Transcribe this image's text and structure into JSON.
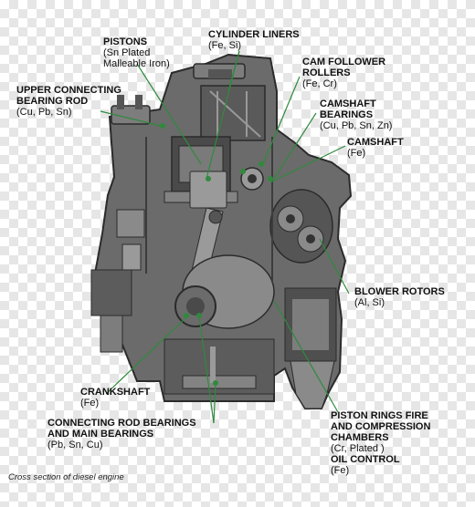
{
  "labels": {
    "pistons": {
      "title": "PISTONS",
      "sub": [
        "(Sn Plated",
        "Malleable Iron)"
      ]
    },
    "cylinder_liners": {
      "title": "CYLINDER LINERS",
      "sub": [
        "(Fe, Si)"
      ]
    },
    "upper_connecting_rod": {
      "title": [
        "UPPER CONNECTING",
        "BEARING ROD"
      ],
      "sub": [
        "(Cu, Pb, Sn)"
      ]
    },
    "cam_follower_rollers": {
      "title": [
        "CAM FOLLOWER",
        "ROLLERS"
      ],
      "sub": [
        "(Fe, Cr)"
      ]
    },
    "camshaft_bearings": {
      "title": [
        "CAMSHAFT",
        "BEARINGS"
      ],
      "sub": [
        "(Cu, Pb, Sn, Zn)"
      ]
    },
    "camshaft": {
      "title": "CAMSHAFT",
      "sub": [
        "(Fe)"
      ]
    },
    "blower_rotors": {
      "title": "BLOWER ROTORS",
      "sub": [
        "(Al, Si)"
      ]
    },
    "crankshaft": {
      "title": "CRANKSHAFT",
      "sub": [
        "(Fe)"
      ]
    },
    "connecting_rod_main": {
      "title": [
        "CONNECTING ROD BEARINGS",
        "AND MAIN BEARINGS"
      ],
      "sub": [
        "(Pb, Sn, Cu)"
      ]
    },
    "piston_rings": {
      "title": [
        "PISTON RINGS FIRE",
        "AND COMPRESSION",
        "CHAMBERS"
      ],
      "sub": [
        "(Cr, Plated )"
      ],
      "title2": "OIL CONTROL",
      "sub2": [
        "(Fe)"
      ]
    }
  },
  "caption": "Cross section of diesel engine",
  "colors": {
    "engine_fill": "#6b6b6b",
    "engine_dark": "#3c3c3c",
    "engine_light": "#9a9a9a",
    "leader_line": "#2f8a3c",
    "highlight": "#2f8a3c"
  }
}
